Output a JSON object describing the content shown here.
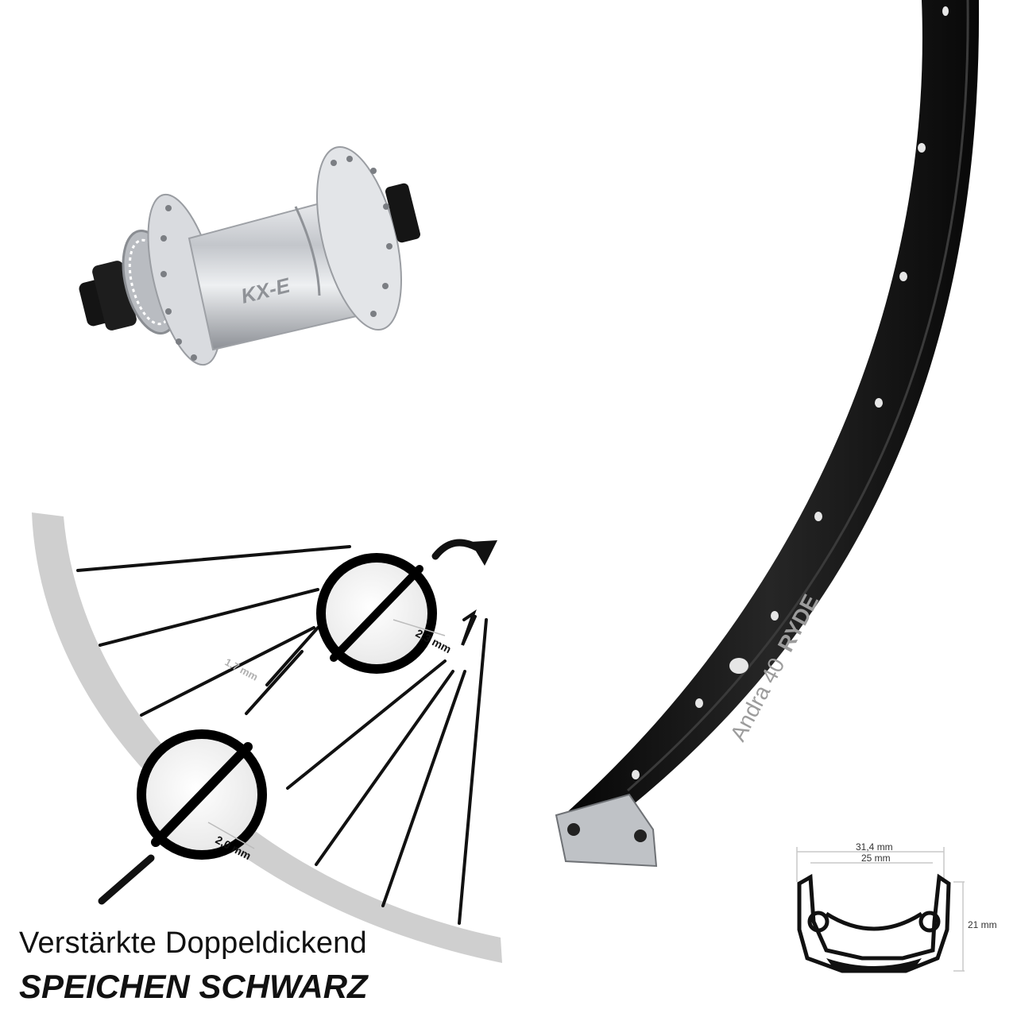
{
  "hub": {
    "brand": "KX-E",
    "color": "#c9ccd1"
  },
  "rim": {
    "model": "Andra 40",
    "brand": "RYDE",
    "color": "#0d0d0d",
    "profile": {
      "outer_width": "31,4 mm",
      "inner_width": "25 mm",
      "height": "21 mm"
    }
  },
  "spokes": {
    "diameters": {
      "middle": "1,7 mm",
      "end_top": "2,3 mm",
      "end_bottom": "2,0 mm"
    }
  },
  "caption": {
    "line1": "Verstärkte Doppeldickend",
    "line2": "SPEICHEN SCHWARZ"
  }
}
